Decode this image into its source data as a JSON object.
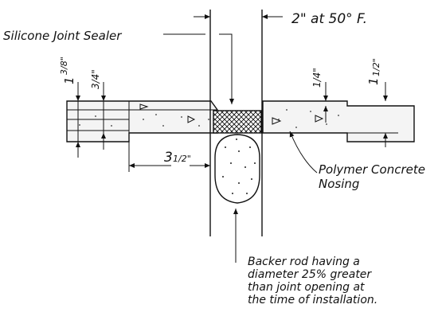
{
  "labels": {
    "silicone": "Silicone Joint Sealer",
    "joint_width": "2\" at 50° F.",
    "polymer_1": "Polymer Concrete",
    "polymer_2": "Nosing",
    "backer_1": "Backer rod having a",
    "backer_2": "diameter 25% greater",
    "backer_3": "than joint opening at",
    "backer_4": "the time of installation."
  },
  "dimensions": {
    "left_depth_whole": "1",
    "left_depth_frac": "3/8\"",
    "left_small": "3/4\"",
    "right_small": "1/4\"",
    "right_depth_whole": "1",
    "right_depth_frac": "1/2\"",
    "nosing_width_whole": "3",
    "nosing_width_frac": "1/2\""
  }
}
